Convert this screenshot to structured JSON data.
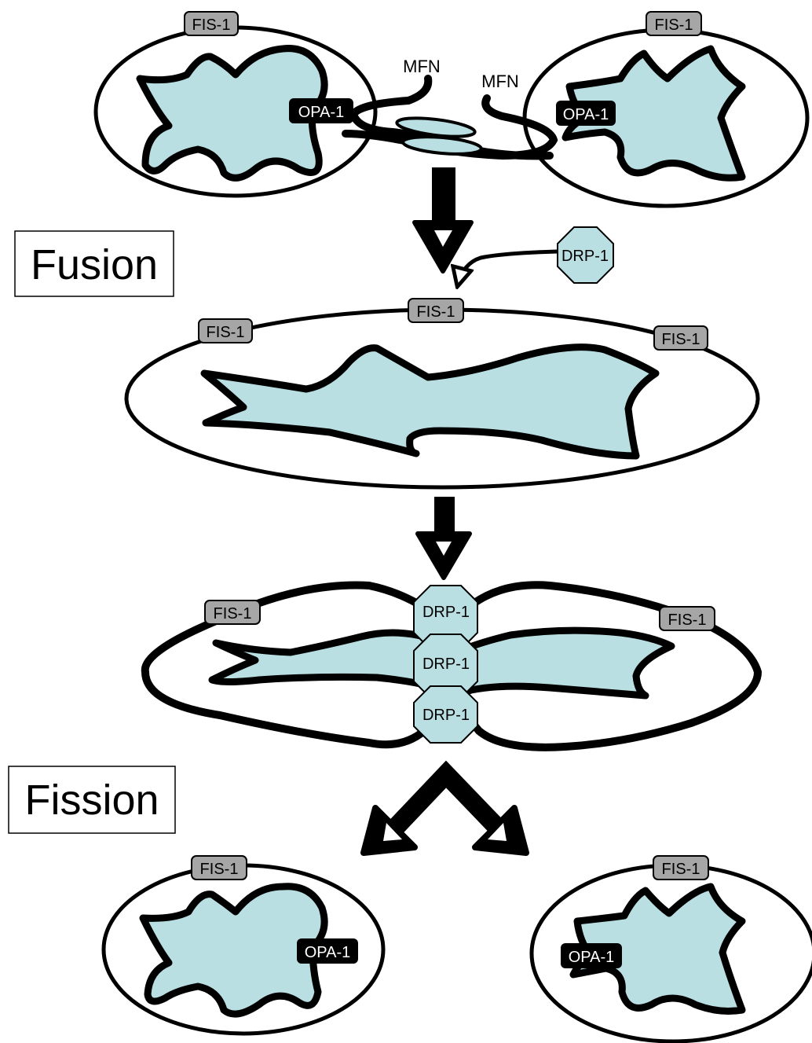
{
  "labels": {
    "fis1": "FIS-1",
    "opa1": "OPA-1",
    "drp1": "DRP-1",
    "mfn": "MFN",
    "fusion": "Fusion",
    "fission": "Fission"
  },
  "colors": {
    "matrix_fill": "#b9dfe3",
    "fis1_fill": "#a6a6a6",
    "drp1_fill": "#b9dfe3",
    "opa1_fill": "#000000",
    "stroke": "#000000",
    "background": "#ffffff"
  }
}
